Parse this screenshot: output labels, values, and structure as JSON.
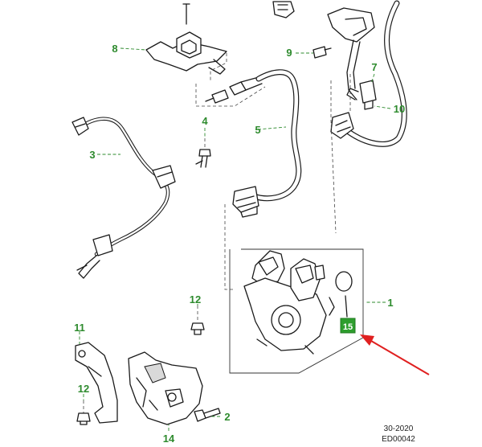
{
  "diagram": {
    "callouts": {
      "c1": "1",
      "c2": "2",
      "c3": "3",
      "c4": "4",
      "c5": "5",
      "c7": "7",
      "c8": "8",
      "c9": "9",
      "c10": "10",
      "c11": "11",
      "c12a": "12",
      "c12b": "12",
      "c14": "14",
      "c15": "15"
    },
    "reference": {
      "section": "30-2020",
      "drawing_id": "ED00042"
    },
    "colors": {
      "callout_text": "#2e8b2e",
      "highlight_box": "#2e9e2e",
      "pointer_arrow": "#e02020",
      "line_art": "#1a1a1a"
    }
  }
}
